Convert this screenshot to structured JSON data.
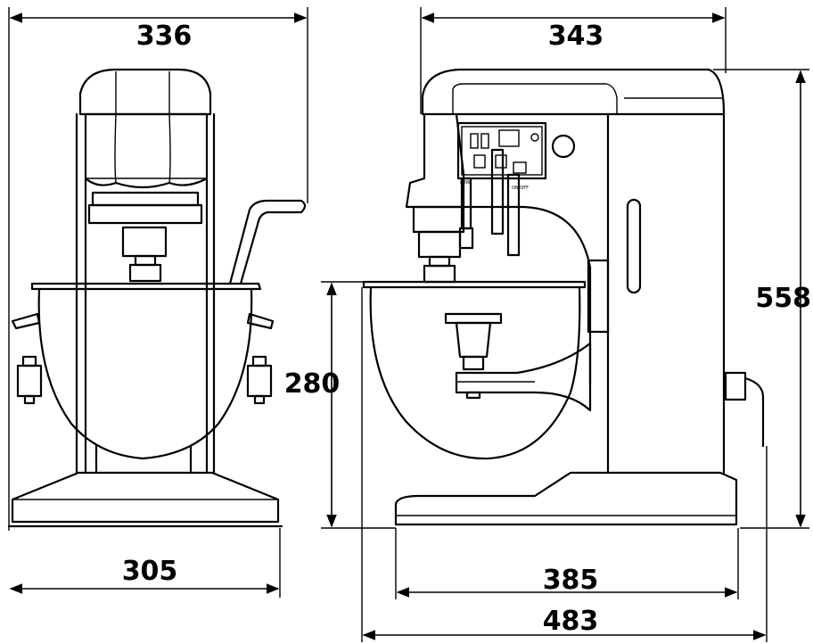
{
  "dimensions": {
    "front_width_top": "336",
    "side_width_top": "343",
    "total_height": "558",
    "bowl_height": "280",
    "front_base_width": "305",
    "side_base_width": "385",
    "overall_depth": "483"
  },
  "panel": {
    "switch_label_left": "LOW",
    "switch_label_right": "ON/OFF"
  },
  "colors": {
    "line": "#000000",
    "background": "#ffffff"
  }
}
